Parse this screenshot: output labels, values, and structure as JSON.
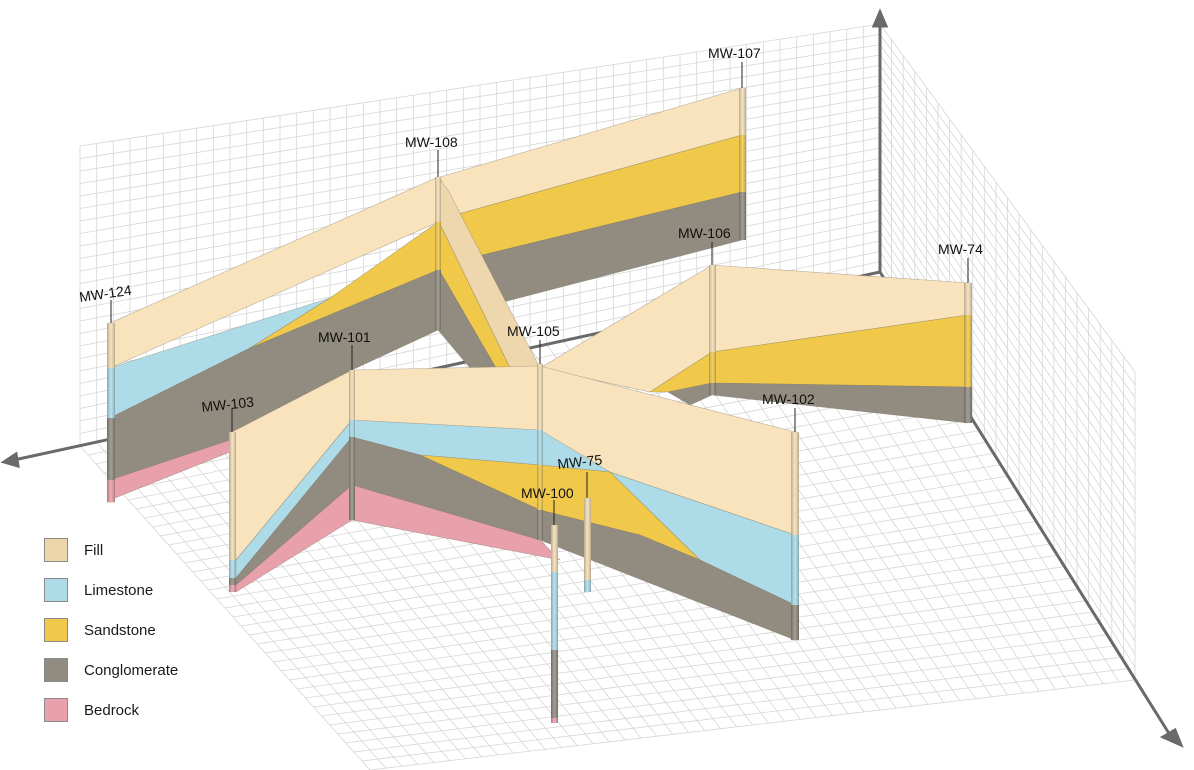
{
  "colors": {
    "fill": "#F8E3BC",
    "limestone": "#ADDCE8",
    "sandstone": "#F0C94A",
    "conglomerate": "#928C80",
    "bedrock": "#E8A0AA",
    "grid": "#D6D6D6",
    "axis": "#6A6A6A"
  },
  "legend": [
    {
      "label": "Fill",
      "color": "#EDD6A9",
      "icon": "fill-swatch"
    },
    {
      "label": "Limestone",
      "color": "#ADDCE8",
      "icon": "limestone-swatch"
    },
    {
      "label": "Sandstone",
      "color": "#F0C94A",
      "icon": "sandstone-swatch"
    },
    {
      "label": "Conglomerate",
      "color": "#928C80",
      "icon": "conglomerate-swatch"
    },
    {
      "label": "Bedrock",
      "color": "#E8A0AA",
      "icon": "bedrock-swatch"
    }
  ],
  "wells": {
    "mw107": "MW-107",
    "mw108": "MW-108",
    "mw106": "MW-106",
    "mw74": "MW-74",
    "mw124": "MW-124",
    "mw101": "MW-101",
    "mw105": "MW-105",
    "mw103": "MW-103",
    "mw102": "MW-102",
    "mw75": "MW-75",
    "mw100": "MW-100"
  }
}
